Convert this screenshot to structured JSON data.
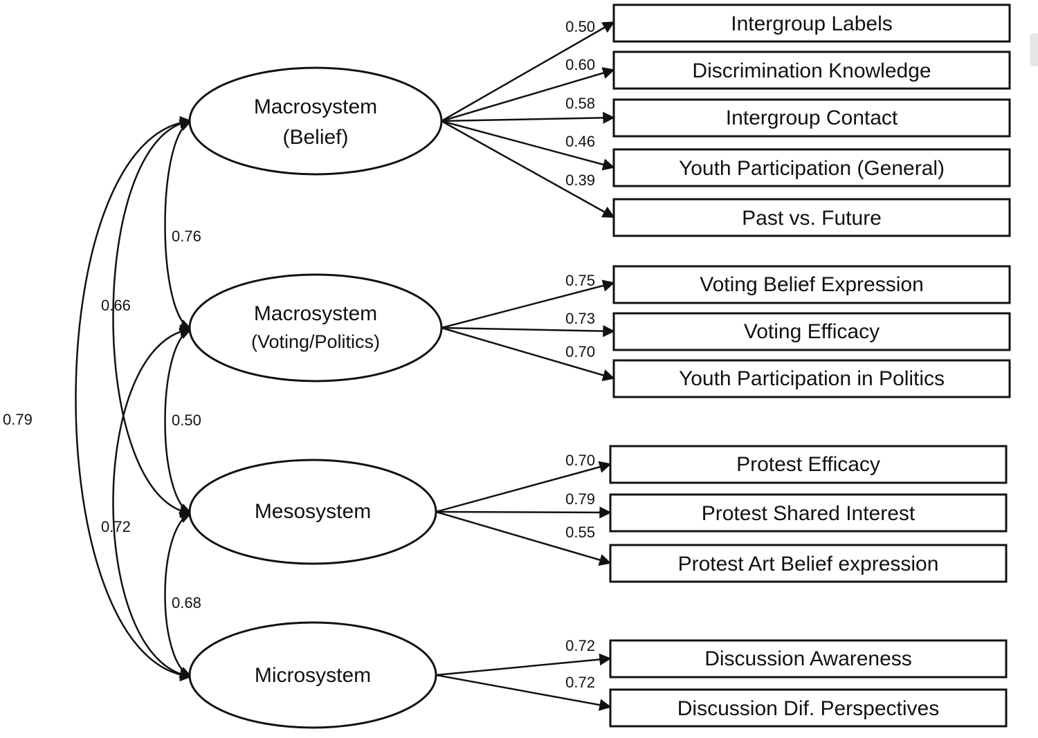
{
  "latents": [
    {
      "id": "belief",
      "lines": [
        "Macrosystem",
        "(Belief)"
      ]
    },
    {
      "id": "voting",
      "lines": [
        "Macrosystem",
        "(Voting/Politics)"
      ]
    },
    {
      "id": "meso",
      "lines": [
        "Mesosystem"
      ]
    },
    {
      "id": "micro",
      "lines": [
        "Microsystem"
      ]
    }
  ],
  "indicators": [
    {
      "label": "Intergroup Labels",
      "factor": "belief",
      "loading": "0.50"
    },
    {
      "label": "Discrimination Knowledge",
      "factor": "belief",
      "loading": "0.60"
    },
    {
      "label": "Intergroup Contact",
      "factor": "belief",
      "loading": "0.58"
    },
    {
      "label": "Youth Participation (General)",
      "factor": "belief",
      "loading": "0.46"
    },
    {
      "label": "Past vs. Future",
      "factor": "belief",
      "loading": "0.39"
    },
    {
      "label": "Voting Belief Expression",
      "factor": "voting",
      "loading": "0.75"
    },
    {
      "label": "Voting Efficacy",
      "factor": "voting",
      "loading": "0.73"
    },
    {
      "label": "Youth Participation in Politics",
      "factor": "voting",
      "loading": "0.70"
    },
    {
      "label": "Protest Efficacy",
      "factor": "meso",
      "loading": "0.70"
    },
    {
      "label": "Protest Shared Interest",
      "factor": "meso",
      "loading": "0.79"
    },
    {
      "label": "Protest Art Belief expression",
      "factor": "meso",
      "loading": "0.55"
    },
    {
      "label": "Discussion Awareness",
      "factor": "micro",
      "loading": "0.72"
    },
    {
      "label": "Discussion Dif. Perspectives",
      "factor": "micro",
      "loading": "0.72"
    }
  ],
  "correlations": [
    {
      "from": "belief",
      "to": "voting",
      "value": "0.76"
    },
    {
      "from": "voting",
      "to": "meso",
      "value": "0.50"
    },
    {
      "from": "meso",
      "to": "micro",
      "value": "0.68"
    },
    {
      "from": "belief",
      "to": "meso",
      "value": "0.66"
    },
    {
      "from": "voting",
      "to": "micro",
      "value": "0.72"
    },
    {
      "from": "belief",
      "to": "micro",
      "value": "0.79"
    }
  ]
}
